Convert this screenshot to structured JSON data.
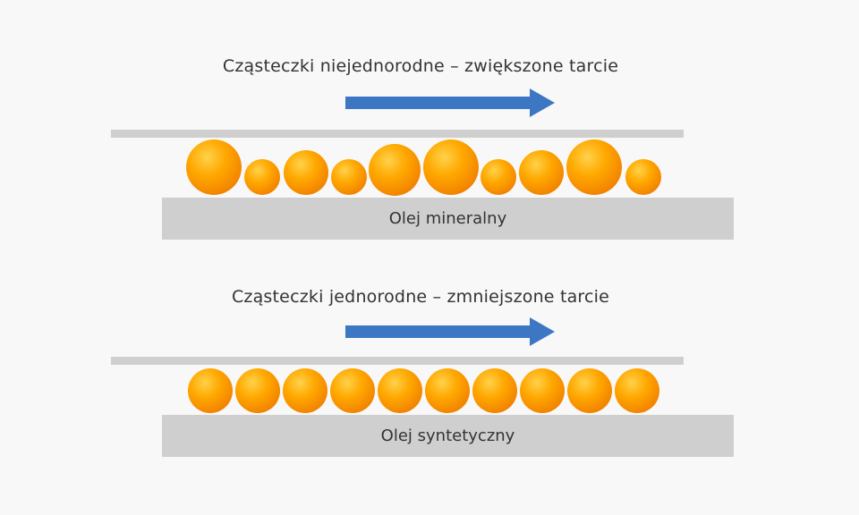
{
  "colors": {
    "background": "#f8f8f8",
    "plate": "#cfcfcf",
    "arrow": "#3d77c4",
    "particle_light": "#ffd24a",
    "particle_mid": "#ffa200",
    "particle_dark": "#f07d00",
    "text": "#333333"
  },
  "panels": [
    {
      "caption": "Cząsteczki niejednorodne – zwiększone tarcie",
      "oil_label": "Olej mineralny",
      "particles": 10
    },
    {
      "caption": "Cząsteczki jednorodne – zmniejszone tarcie",
      "oil_label": "Olej syntetyczny",
      "particles": 10
    }
  ]
}
